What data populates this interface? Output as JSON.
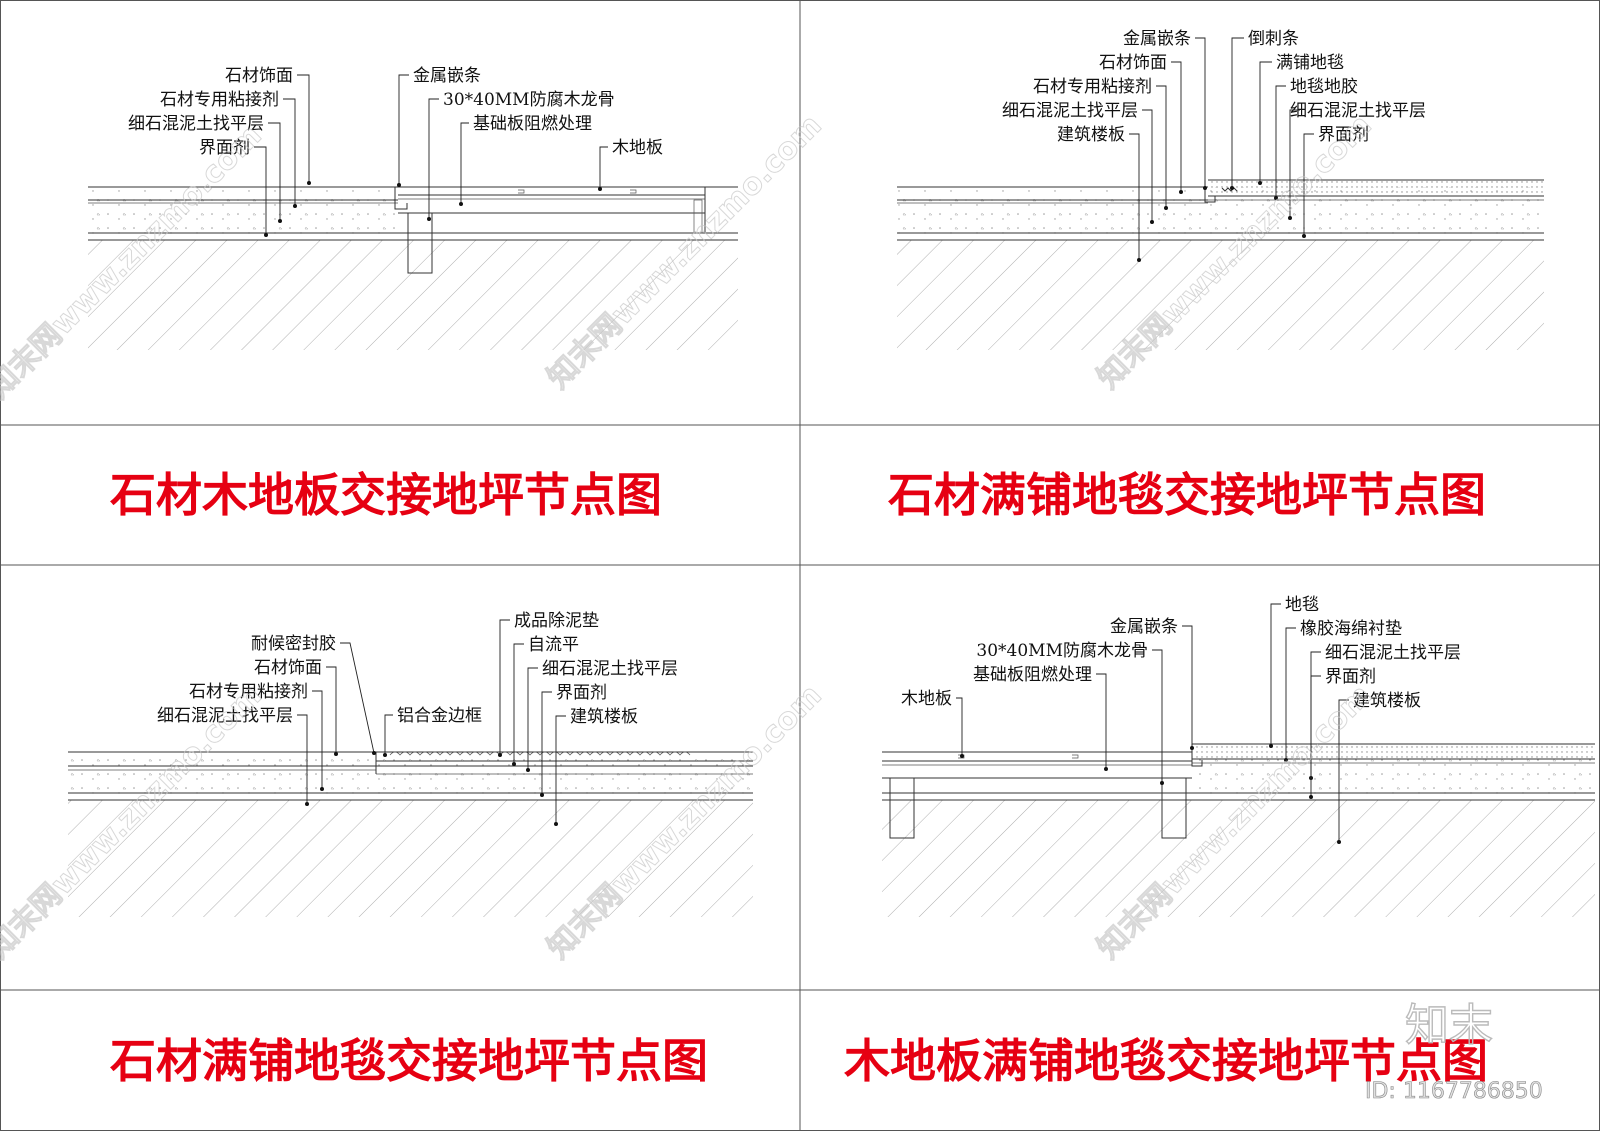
{
  "panels": [
    {
      "title": "石材木地板交接地坪节点图",
      "labels": [
        "石材饰面",
        "石材专用粘接剂",
        "细石混泥土找平层",
        "界面剂",
        "金属嵌条",
        "30*40MM防腐木龙骨",
        "基础板阻燃处理",
        "木地板"
      ]
    },
    {
      "title": "石材满铺地毯交接地坪节点图",
      "labels": [
        "金属嵌条",
        "石材饰面",
        "石材专用粘接剂",
        "细石混泥土找平层",
        "建筑楼板",
        "倒刺条",
        "满铺地毯",
        "地毯地胶",
        "细石混泥土找平层",
        "界面剂"
      ]
    },
    {
      "title": "石材满铺地毯交接地坪节点图",
      "labels": [
        "耐候密封胶",
        "石材饰面",
        "石材专用粘接剂",
        "细石混泥土找平层",
        "铝合金边框",
        "成品除泥垫",
        "自流平",
        "细石混泥土找平层",
        "界面剂",
        "建筑楼板"
      ]
    },
    {
      "title": "木地板满铺地毯交接地坪节点图",
      "labels": [
        "金属嵌条",
        "30*40MM防腐木龙骨",
        "基础板阻燃处理",
        "木地板",
        "地毯",
        "橡胶海绵衬垫",
        "细石混泥土找平层",
        "界面剂",
        "建筑楼板"
      ]
    }
  ],
  "watermark": {
    "text": "知末网www.znzmo.com",
    "logo": "知末",
    "id_text": "ID: 1167786850"
  },
  "colors": {
    "title": "#e60012",
    "line": "#333333",
    "background": "#ffffff"
  }
}
